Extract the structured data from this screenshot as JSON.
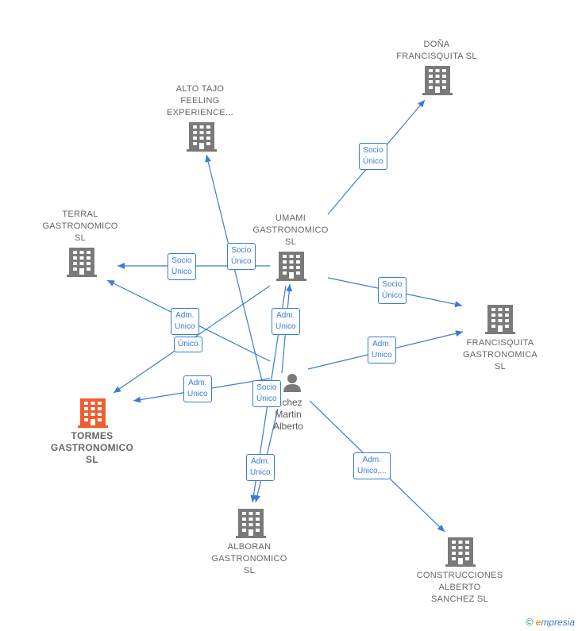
{
  "colors": {
    "edge": "#3a7bd5",
    "company": "#7a7a7a",
    "highlight_company": "#f25c2f",
    "person": "#7a7a7a"
  },
  "nodes": [
    {
      "id": "dona",
      "label": "DOÑA\nFRANCISQUITA SL",
      "type": "company",
      "highlight": false
    },
    {
      "id": "alto_tajo",
      "label": "ALTO TAJO\nFEELING\nEXPERIENCE...",
      "type": "company",
      "highlight": false
    },
    {
      "id": "terral",
      "label": "TERRAL\nGASTRONOMICO\nSL",
      "type": "company",
      "highlight": false
    },
    {
      "id": "umami",
      "label": "UMAMI\nGASTRONOMICO\nSL",
      "type": "company",
      "highlight": false
    },
    {
      "id": "francisquita",
      "label": "FRANCISQUITA\nGASTRONOMICA\nSL",
      "type": "company",
      "highlight": false
    },
    {
      "id": "tormes",
      "label": "TORMES\nGASTRONOMICO\nSL",
      "type": "company",
      "highlight": true
    },
    {
      "id": "alboran",
      "label": "ALBORAN\nGASTRONOMICO\nSL",
      "type": "company",
      "highlight": false
    },
    {
      "id": "construcciones",
      "label": "CONSTRUCCIONES\nALBERTO\nSANCHEZ  SL",
      "type": "company",
      "highlight": false
    },
    {
      "id": "person",
      "label": "...chez\nMartin\nAlberto",
      "type": "person",
      "highlight": false
    }
  ],
  "edge_labels": [
    "Socio\nÚnico",
    "Socio\nÚnico",
    "Socio\nÚnico",
    "Socio\nÚnico",
    "Adm.\nUnico",
    "Único",
    "Adm.\nUnico",
    "Adm.\nUnico",
    "Adm.\nUnico",
    "Socio\nÚnico",
    "Adm.\nUnico",
    "Adm.\nUnico,..."
  ],
  "footer": {
    "copyright": "©",
    "brand_initial": "e",
    "brand_rest": "mpresia"
  }
}
